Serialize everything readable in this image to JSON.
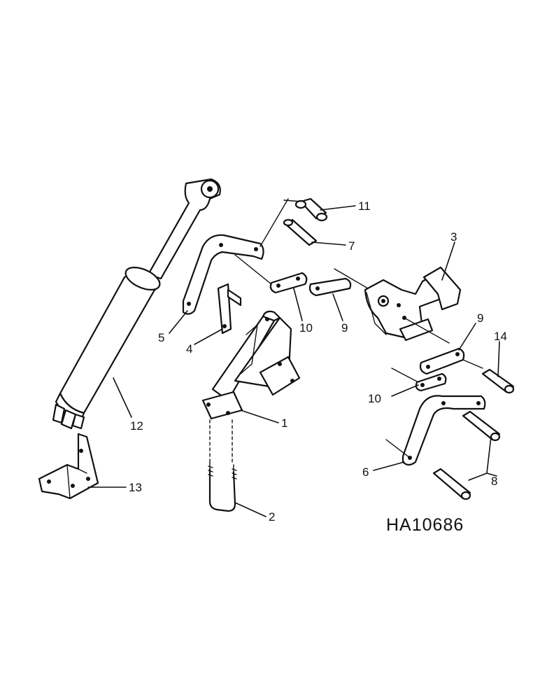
{
  "drawing_number": "HA10686",
  "callouts": {
    "c1": "1",
    "c2": "2",
    "c3": "3",
    "c4": "4",
    "c5": "5",
    "c6": "6",
    "c7": "7",
    "c8": "8",
    "c9a": "9",
    "c9b": "9",
    "c10a": "10",
    "c10b": "10",
    "c11": "11",
    "c12": "12",
    "c13": "13",
    "c14": "14"
  }
}
